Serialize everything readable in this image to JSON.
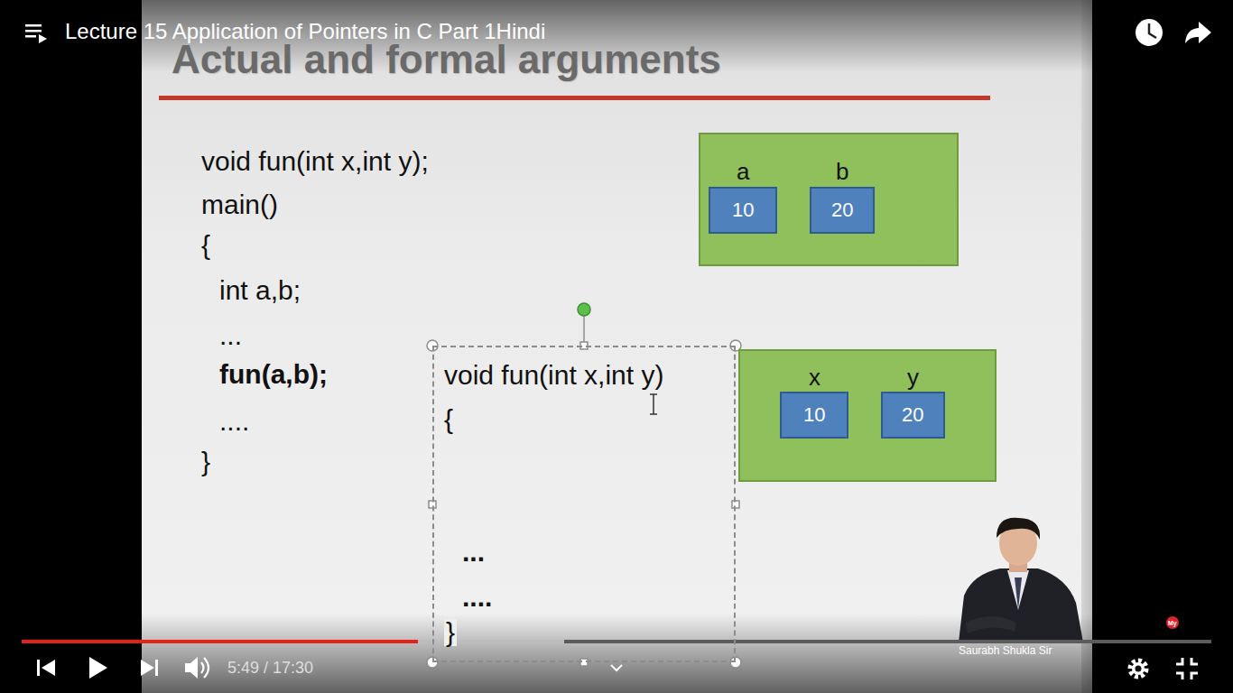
{
  "diagram": {
    "title": "Actual and formal arguments",
    "nodes": [
      {
        "text": []
      },
      {
        "text": [
          "a",
          "10"
        ],
        "in": 0
      },
      {
        "text": [
          "b",
          "20"
        ],
        "in": 0
      },
      {
        "text": [
          "void fun(int x,int y)",
          "{",
          "...",
          "....",
          "}"
        ]
      },
      {
        "text": []
      },
      {
        "text": [
          "x",
          "10"
        ],
        "in": 4
      },
      {
        "text": [
          "y",
          "20"
        ],
        "in": 4
      }
    ],
    "labels": [
      "Lecture 15 Application of Pointers in C Part 1Hindi",
      "void fun(int x,int y);",
      "main()",
      "{",
      "int a,b;",
      "...",
      "fun(a,b);",
      "....",
      "}",
      "5:49 / 17:30",
      "Saurabh Shukla Sir",
      "My"
    ]
  }
}
